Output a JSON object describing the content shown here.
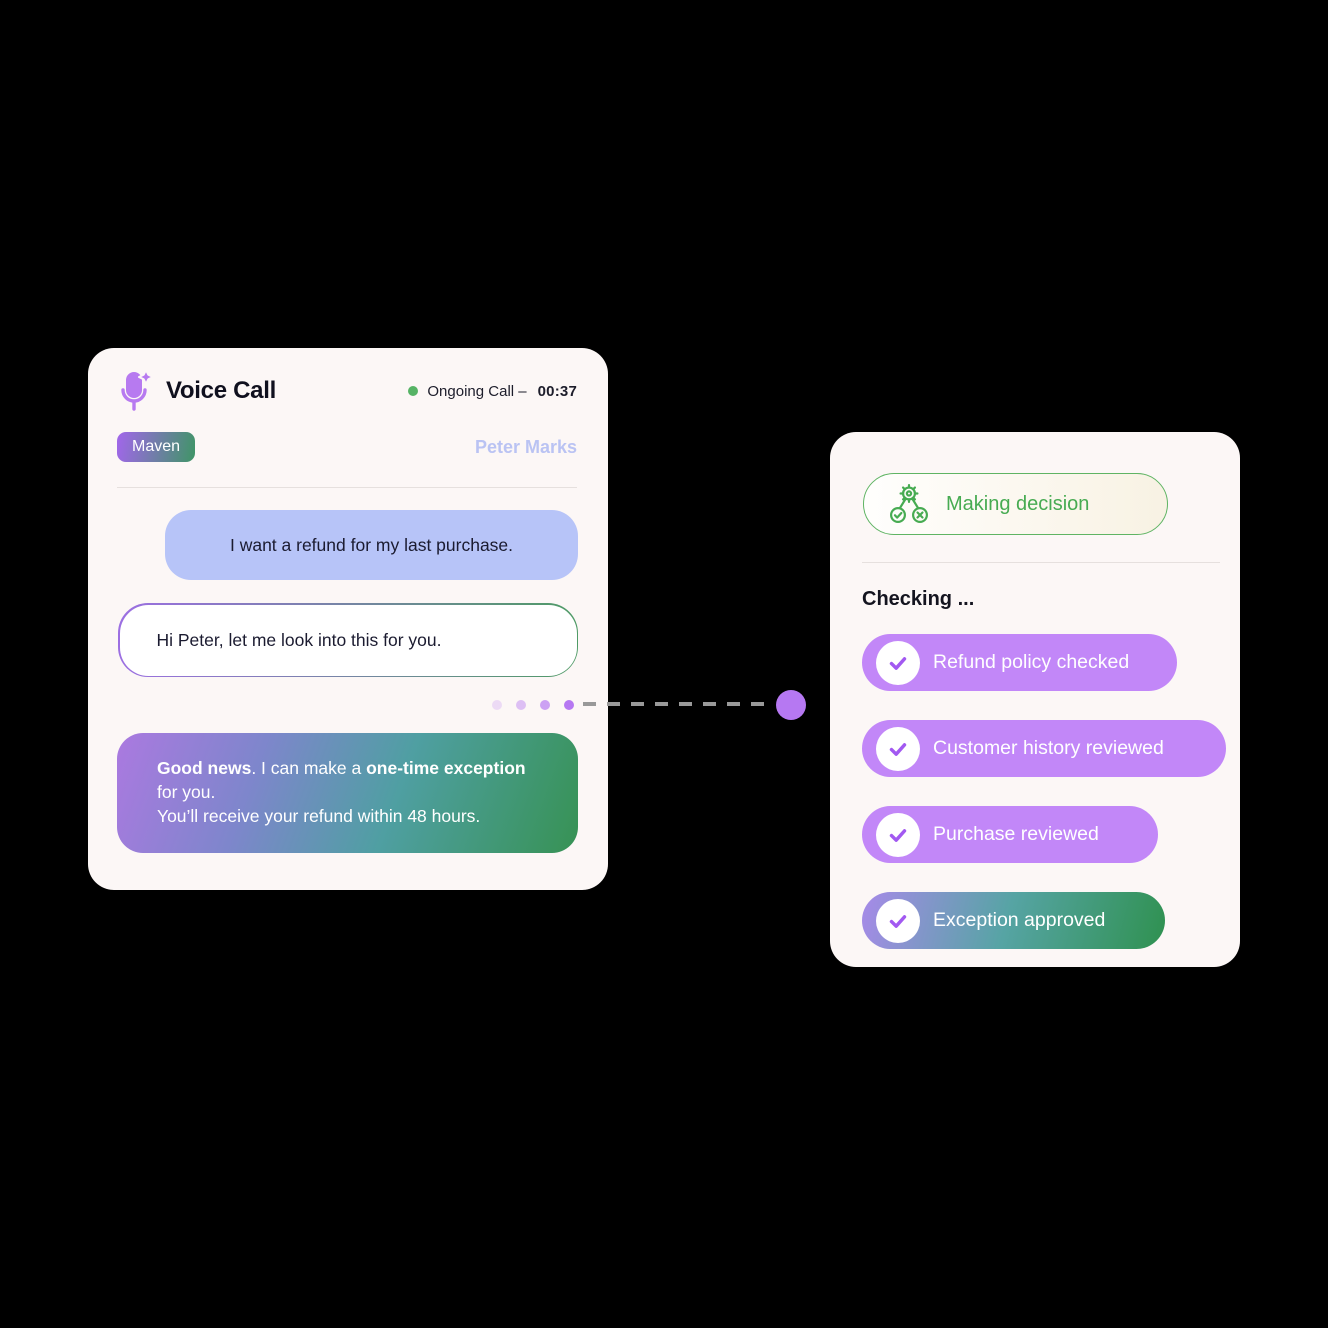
{
  "voice_call_card": {
    "title": "Voice Call",
    "status": {
      "label": "Ongoing Call –",
      "time": "00:37"
    },
    "badge": "Maven",
    "caller": "Peter Marks",
    "user_message": "I want a refund for my last purchase.",
    "agent_message": "Hi Peter, let me look into this for you.",
    "final_message": {
      "bold1": "Good news",
      "mid1": ". I can make a ",
      "bold2": "one-time exception",
      "mid2": " for you.",
      "line2": "You’ll receive your refund within 48 hours."
    }
  },
  "decision_card": {
    "header": "Making decision",
    "checking": "Checking ...",
    "checks": [
      {
        "label": "Refund policy checked"
      },
      {
        "label": "Customer history reviewed"
      },
      {
        "label": "Purchase reviewed"
      },
      {
        "label": "Exception approved"
      }
    ]
  },
  "icons": {
    "microphone_sparkle": "microphone with sparkle",
    "decision_tree": "gear branching to check and cross",
    "check": "checkmark"
  },
  "colors": {
    "background": "#000000",
    "card_bg": "#fcf7f6",
    "user_bubble": "#b7c4f8",
    "accent_purple": "#c287f8",
    "accent_green": "#47ab52",
    "status_dot_green": "#56b365",
    "caller_name": "#bac3f3",
    "connector_dot": "#b678f2",
    "gradient_bubble": [
      "#ab79e0",
      "#7e86cc",
      "#4f9fa2",
      "#379254"
    ],
    "maven_badge_gradient": [
      "#a266eb",
      "#3f9566"
    ],
    "exception_pill_gradient": [
      "#a78ae9",
      "#56a4a4",
      "#2f9150"
    ]
  }
}
